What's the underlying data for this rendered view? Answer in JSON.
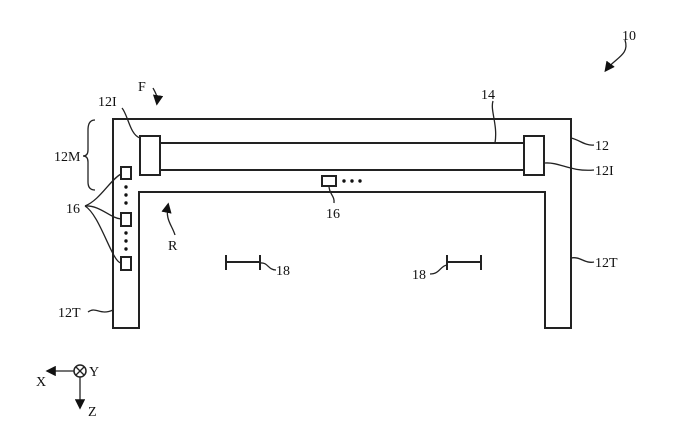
{
  "figure": {
    "ref_device": "10",
    "front": "F",
    "rear": "R",
    "frame": "12",
    "interface_left": "12I",
    "interface_right": "12I",
    "beam": "14",
    "middle": "12M",
    "sensors_left": "16",
    "sensors_middle": "16",
    "scale_left": "18",
    "scale_right": "18",
    "leg_left": "12T",
    "leg_right": "12T"
  },
  "axes": {
    "x": "X",
    "y": "Y",
    "z": "Z"
  }
}
